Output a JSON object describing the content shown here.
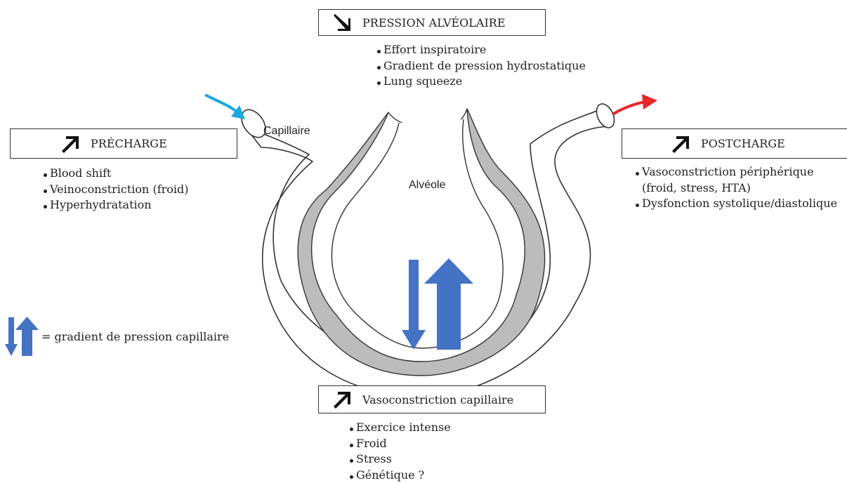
{
  "top_box": {
    "label": "PRESSION ALVÉOLAIRE",
    "arrow": "arrow-down-right-icon",
    "items": [
      "Effort inspiratoire",
      "Gradient de pression hydrostatique",
      "Lung squeeze"
    ]
  },
  "left_box": {
    "label": "PRÉCHARGE",
    "arrow": "arrow-up-right-icon",
    "items": [
      "Blood shift",
      "Veinoconstriction (froid)",
      "Hyperhydratation"
    ]
  },
  "right_box": {
    "label": "POSTCHARGE",
    "arrow": "arrow-up-right-icon",
    "items": [
      "Vasoconstriction périphérique",
      "(froid, stress, HTA)",
      "Dysfonction systolique/diastolique"
    ]
  },
  "bottom_box": {
    "label": "Vasoconstriction capillaire",
    "arrow": "arrow-up-right-icon",
    "items": [
      "Exercice intense",
      "Froid",
      "Stress",
      "Génétique ?"
    ]
  },
  "diagram": {
    "capillary_label": "Capillaire",
    "alveolus_label": "Alvéole"
  },
  "legend": {
    "text": "= gradient de pression capillaire"
  },
  "colors": {
    "inflow_arrow": "#1aa7e0",
    "outflow_arrow": "#e8262c",
    "gradient_arrows": "#4472c4",
    "alveolar_wall": "#bcbcbc"
  }
}
